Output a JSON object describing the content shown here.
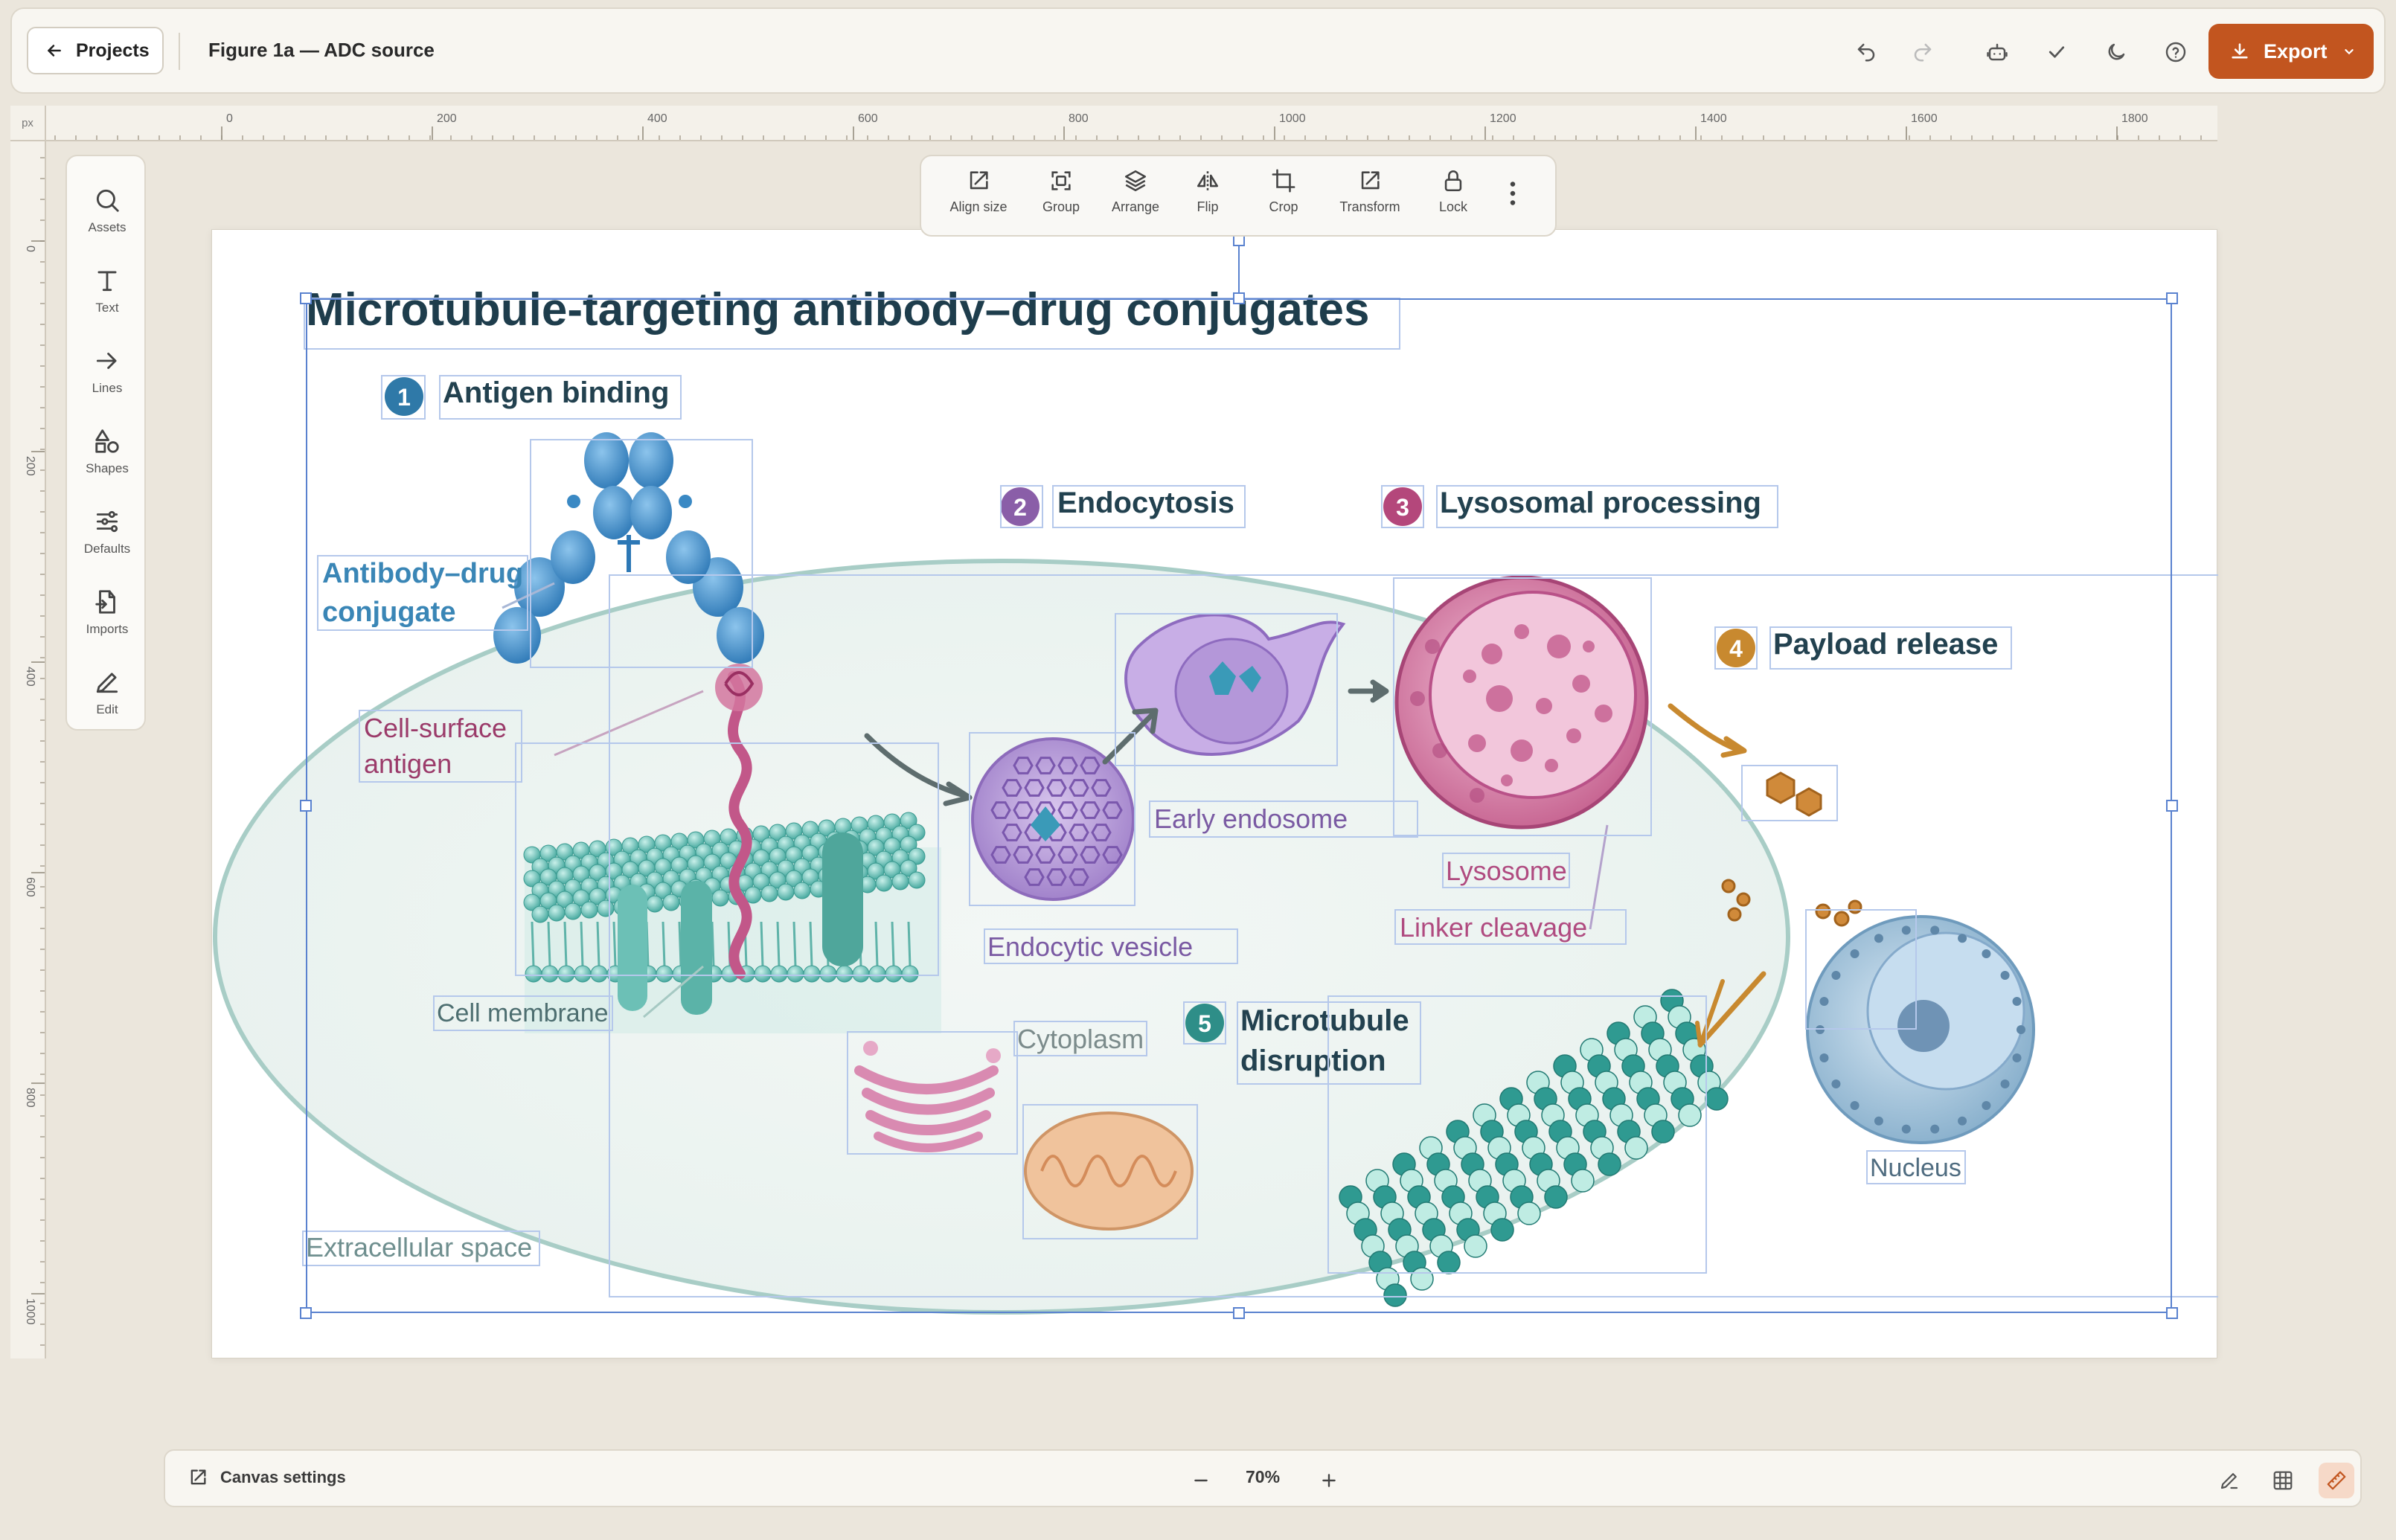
{
  "topbar": {
    "projects_label": "Projects",
    "doc_title": "Figure 1a — ADC source",
    "export_label": "Export",
    "icons": [
      "undo-icon",
      "redo-icon",
      "robot-icon",
      "check-icon",
      "moon-icon",
      "help-icon"
    ]
  },
  "rulers": {
    "unit": "px",
    "top_ticks": [
      "0",
      "200",
      "400",
      "600",
      "800",
      "1000",
      "1200",
      "1400",
      "1600",
      "1800"
    ],
    "left_ticks": [
      "0",
      "200",
      "400",
      "600",
      "800",
      "1000"
    ]
  },
  "tools": {
    "assets": "Assets",
    "text": "Text",
    "lines": "Lines",
    "shapes": "Shapes",
    "defaults": "Defaults",
    "imports": "Imports",
    "edit": "Edit"
  },
  "floatbar": {
    "align_size": "Align size",
    "group": "Group",
    "arrange": "Arrange",
    "flip": "Flip",
    "crop": "Crop",
    "transform": "Transform",
    "lock": "Lock"
  },
  "figure": {
    "title": "Microtubule-targeting antibody–drug conjugates",
    "steps": [
      {
        "num": "1",
        "label": "Antigen binding",
        "color": "#2f79a8"
      },
      {
        "num": "2",
        "label": "Endocytosis",
        "color": "#8a5ea8"
      },
      {
        "num": "3",
        "label": "Lysosomal processing",
        "color": "#b4477b"
      },
      {
        "num": "4",
        "label": "Payload release",
        "color": "#c8892f"
      },
      {
        "num": "5",
        "label_line1": "Microtubule",
        "label_line2": "disruption",
        "color": "#2e8e88"
      }
    ],
    "labels": {
      "adc_line1": "Antibody–drug",
      "adc_line2": "conjugate",
      "antigen_line1": "Cell-surface",
      "antigen_line2": "antigen",
      "membrane": "Cell membrane",
      "early_endosome": "Early endosome",
      "endocytic_vesicle": "Endocytic vesicle",
      "lysosome": "Lysosome",
      "linker_cleavage": "Linker cleavage",
      "cytoplasm": "Cytoplasm",
      "nucleus": "Nucleus",
      "extracellular": "Extracellular space"
    }
  },
  "bottombar": {
    "canvas_settings": "Canvas settings",
    "zoom": "70%"
  }
}
